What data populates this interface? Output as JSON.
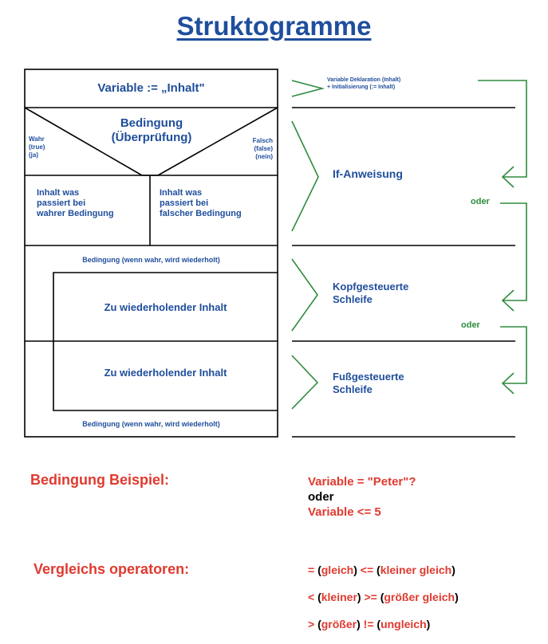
{
  "title": "Struktogramme",
  "colors": {
    "blue": "#1f4e9c",
    "green": "#2e8b3e",
    "red": "#e03a2f",
    "black": "#000000"
  },
  "diagram": {
    "assignment": "Variable := „Inhalt\"",
    "condition_line1": "Bedingung",
    "condition_line2": "(Überprüfung)",
    "true_label_line1": "Wahr",
    "true_label_line2": "(true)",
    "true_label_line3": "(ja)",
    "false_label_line1": "Falsch",
    "false_label_line2": "(false)",
    "false_label_line3": "(nein)",
    "true_content_line1": "Inhalt was",
    "true_content_line2": "passiert bei",
    "true_content_line3": "wahrer Bedingung",
    "false_content_line1": "Inhalt was",
    "false_content_line2": "passiert bei",
    "false_content_line3": "falscher Bedingung",
    "loop_top_condition": "Bedingung (wenn wahr, wird wiederholt)",
    "loop_top_body": "Zu wiederholender Inhalt",
    "loop_bottom_body": "Zu wiederholender Inhalt",
    "loop_bottom_condition": "Bedingung (wenn wahr, wird wiederholt)"
  },
  "annotations": {
    "declaration_line1": "Variable Deklaration (Inhalt)",
    "declaration_line2": "+ Initialisierung (:= Inhalt)",
    "if_label": "If-Anweisung",
    "oder_1": "oder",
    "head_loop_line1": "Kopfgesteuerte",
    "head_loop_line2": "Schleife",
    "oder_2": "oder",
    "foot_loop_line1": "Fußgesteuerte",
    "foot_loop_line2": "Schleife"
  },
  "example": {
    "heading": "Bedingung Beispiel:",
    "line1": "Variable = \"Peter\"?",
    "line2": "oder",
    "line3": "Variable <= 5"
  },
  "operators": {
    "heading": "Vergleichs operatoren:",
    "r1_sym1": "=",
    "r1_word1": "(gleich)",
    "r1_sym2": "<=",
    "r1_word2": "(kleiner gleich)",
    "r2_sym1": "<",
    "r2_word1": "(kleiner)",
    "r2_sym2": ">=",
    "r2_word2": "(größer gleich)",
    "r3_sym1": ">",
    "r3_word1": "(größer)",
    "r3_sym2": "!=",
    "r3_word2": "(ungleich)"
  }
}
